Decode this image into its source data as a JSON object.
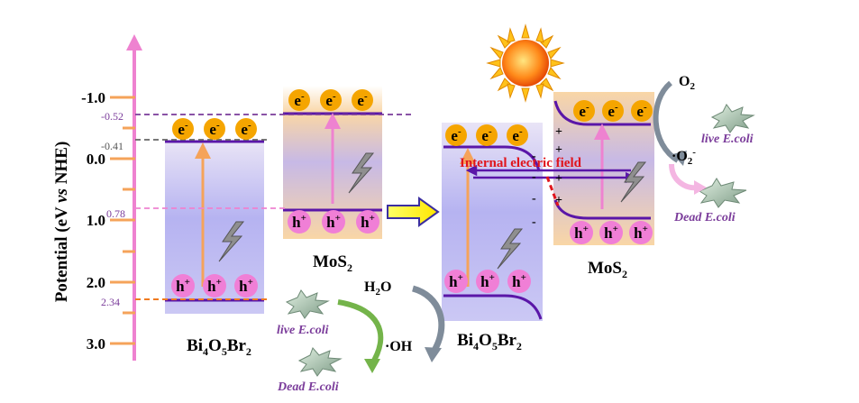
{
  "axis": {
    "title_prefix": "Potential (eV ",
    "title_vs": "vs",
    "title_suffix": " NHE)",
    "ticks": [
      "-1.0",
      "0.0",
      "1.0",
      "2.0",
      "3.0"
    ]
  },
  "levels": {
    "mos2_cb": "-0.52",
    "bi_cb": "-0.41",
    "mos2_vb": "0.78",
    "bi_vb": "2.34"
  },
  "carriers": {
    "electron_base": "e",
    "electron_sign": "-",
    "hole_base": "h",
    "hole_sign": "+"
  },
  "materials": {
    "bi_base": "Bi",
    "bi_sub1": "4",
    "bi_mid": "O",
    "bi_sub2": "5",
    "bi_end": "Br",
    "bi_sub3": "2",
    "mos_base": "MoS",
    "mos_sub": "2"
  },
  "reactions": {
    "live_ecoli": "live E.coli",
    "dead_ecoli": "Dead E.coli",
    "h2o_base": "H",
    "h2o_sub": "2",
    "h2o_end": "O",
    "oh": "·OH",
    "o2_base": "O",
    "o2_sub": "2",
    "o2rad_base": "·O",
    "o2rad_sub": "2",
    "o2rad_sup": "-"
  },
  "field": {
    "label": "Internal electric field",
    "plus": "+",
    "minus": "-"
  },
  "colors": {
    "axis": "#ee82d0",
    "tick": "#f5a35a",
    "electron": "#f5a500",
    "hole": "#f07fd6",
    "band": "#5a16a8",
    "bi_body": "#b9b6f2",
    "mos_body": "#f9d7a8",
    "field": "#e0151c"
  }
}
